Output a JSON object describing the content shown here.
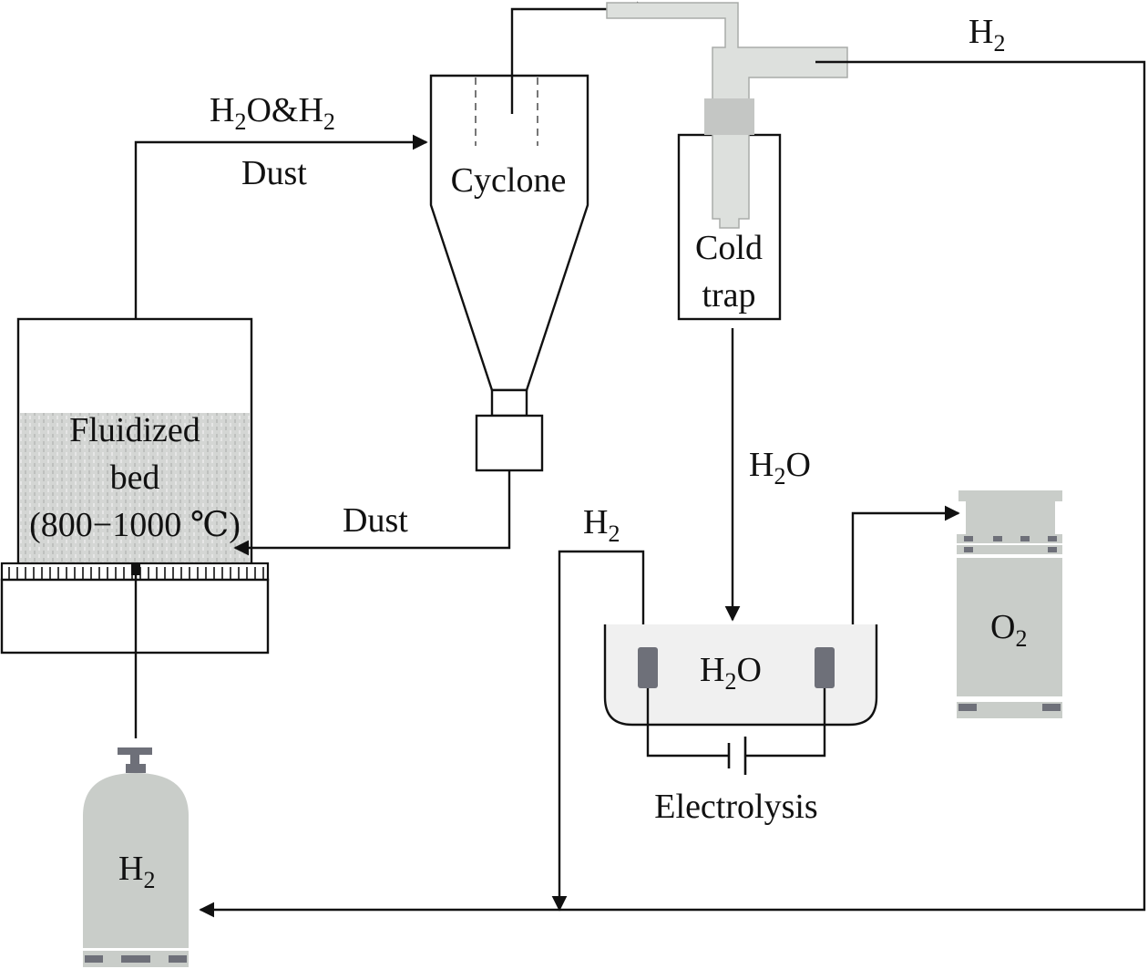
{
  "labels": {
    "flow_h2o_h2_main": "H",
    "flow_h2o_h2_sub1": "2",
    "flow_h2o_h2_mid": "O&H",
    "flow_h2o_h2_sub2": "2",
    "dust_top": "Dust",
    "cyclone": "Cyclone",
    "cold_trap_line1": "Cold",
    "cold_trap_line2": "trap",
    "h2_top_main": "H",
    "h2_top_sub": "2",
    "fluidized_line1": "Fluidized",
    "fluidized_line2": "bed",
    "fluidized_line3": "(800−1000 ℃)",
    "dust_bottom": "Dust",
    "h2o_flow_main": "H",
    "h2o_flow_sub": "2",
    "h2o_flow_tail": "O",
    "h2_electrolysis_main": "H",
    "h2_electrolysis_sub": "2",
    "h2o_tank_main": "H",
    "h2o_tank_sub": "2",
    "h2o_tank_tail": "O",
    "o2_main": "O",
    "o2_sub": "2",
    "electrolysis": "Electrolysis",
    "h2_cylinder_main": "H",
    "h2_cylinder_sub": "2"
  },
  "colors": {
    "equipment_gray": "#c9cdc9",
    "electrode_gray": "#6e7079",
    "line": "#111111"
  }
}
